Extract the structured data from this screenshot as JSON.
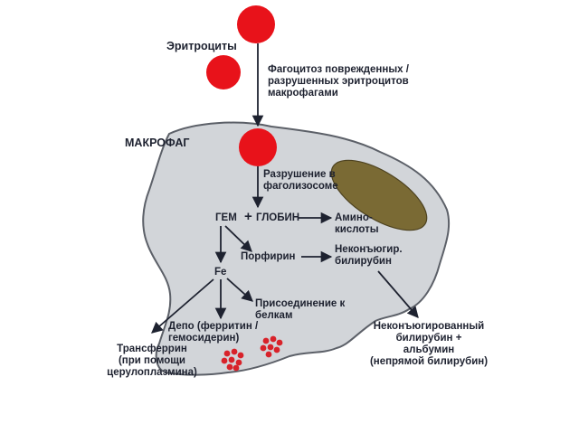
{
  "labels": {
    "erythrocytes": "Эритроциты",
    "phagocytosis": "Фагоцитоз поврежденных /\nразрушенных эритроцитов\nмакрофагами",
    "macrophage": "МАКРОФАГ",
    "destruction": "Разрушение в\nфаголизосоме",
    "heme": "ГЕМ",
    "plus": "+",
    "globin": "ГЛОБИН",
    "amino_acids": "Амино-\nкислоты",
    "porphyrin": "Порфирин",
    "unconjugated_bilirubin": "Неконъюгир.\nбилирубин",
    "fe": "Fe",
    "protein_binding": "Присоединение к\nбелкам",
    "depot": "Депо (ферритин /\nгемосидерин)",
    "transferrin": "Трансферрин\n(при помощи\nцерулоплазмина)",
    "unconjugated_albumin": "Неконъюгированный\nбилирубин +\nальбумин\n(непрямой билирубин)"
  },
  "colors": {
    "cell_fill": "#d2d5d9",
    "cell_stroke": "#5c6068",
    "nucleus_fill": "#7a6a34",
    "erythrocyte": "#e8121a",
    "iron_granule": "#d8222a",
    "arrow": "#1e2230",
    "text": "#1e2230"
  }
}
